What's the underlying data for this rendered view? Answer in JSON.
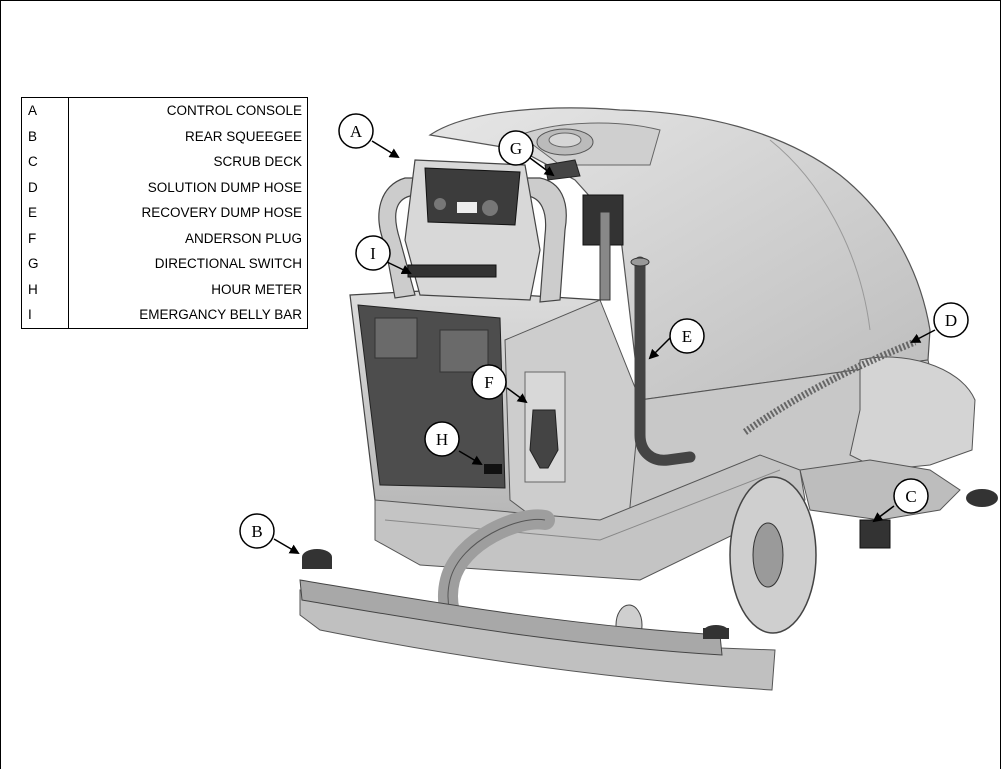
{
  "legend": [
    {
      "key": "A",
      "label": "CONTROL CONSOLE"
    },
    {
      "key": "B",
      "label": "REAR SQUEEGEE"
    },
    {
      "key": "C",
      "label": "SCRUB DECK"
    },
    {
      "key": "D",
      "label": "SOLUTION DUMP HOSE"
    },
    {
      "key": "E",
      "label": "RECOVERY DUMP HOSE"
    },
    {
      "key": "F",
      "label": "ANDERSON PLUG"
    },
    {
      "key": "G",
      "label": "DIRECTIONAL SWITCH"
    },
    {
      "key": "H",
      "label": "HOUR METER"
    },
    {
      "key": "I",
      "label": "EMERGANCY BELLY BAR"
    }
  ],
  "callouts": {
    "a": "A",
    "b": "B",
    "c": "C",
    "d": "D",
    "e": "E",
    "f": "F",
    "g": "G",
    "h": "H",
    "i": "I"
  },
  "colors": {
    "body_light": "#d9d9d9",
    "body_mid": "#b8b8b8",
    "panel_dark": "#4a4a4a",
    "line": "#000000"
  }
}
